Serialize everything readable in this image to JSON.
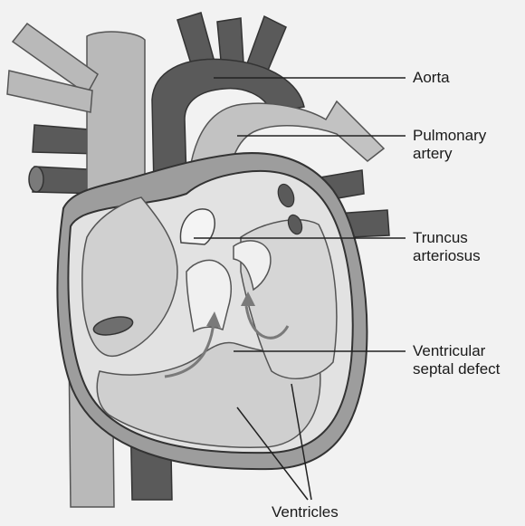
{
  "labels": {
    "aorta": [
      "Aorta"
    ],
    "pulmonary_artery": [
      "Pulmonary",
      "artery"
    ],
    "truncus_arteriosus": [
      "Truncus",
      "arteriosus"
    ],
    "ventricular_septal_defect": [
      "Ventricular",
      "septal defect"
    ],
    "ventricles": [
      "Ventricles"
    ]
  },
  "colors": {
    "background": "#f2f2f2",
    "dark_vessel": "#5a5a5a",
    "light_vessel": "#b9b9b9",
    "heart_wall": "#9d9d9d",
    "chamber": "#dcdcdc",
    "leader_line": "#222222"
  }
}
